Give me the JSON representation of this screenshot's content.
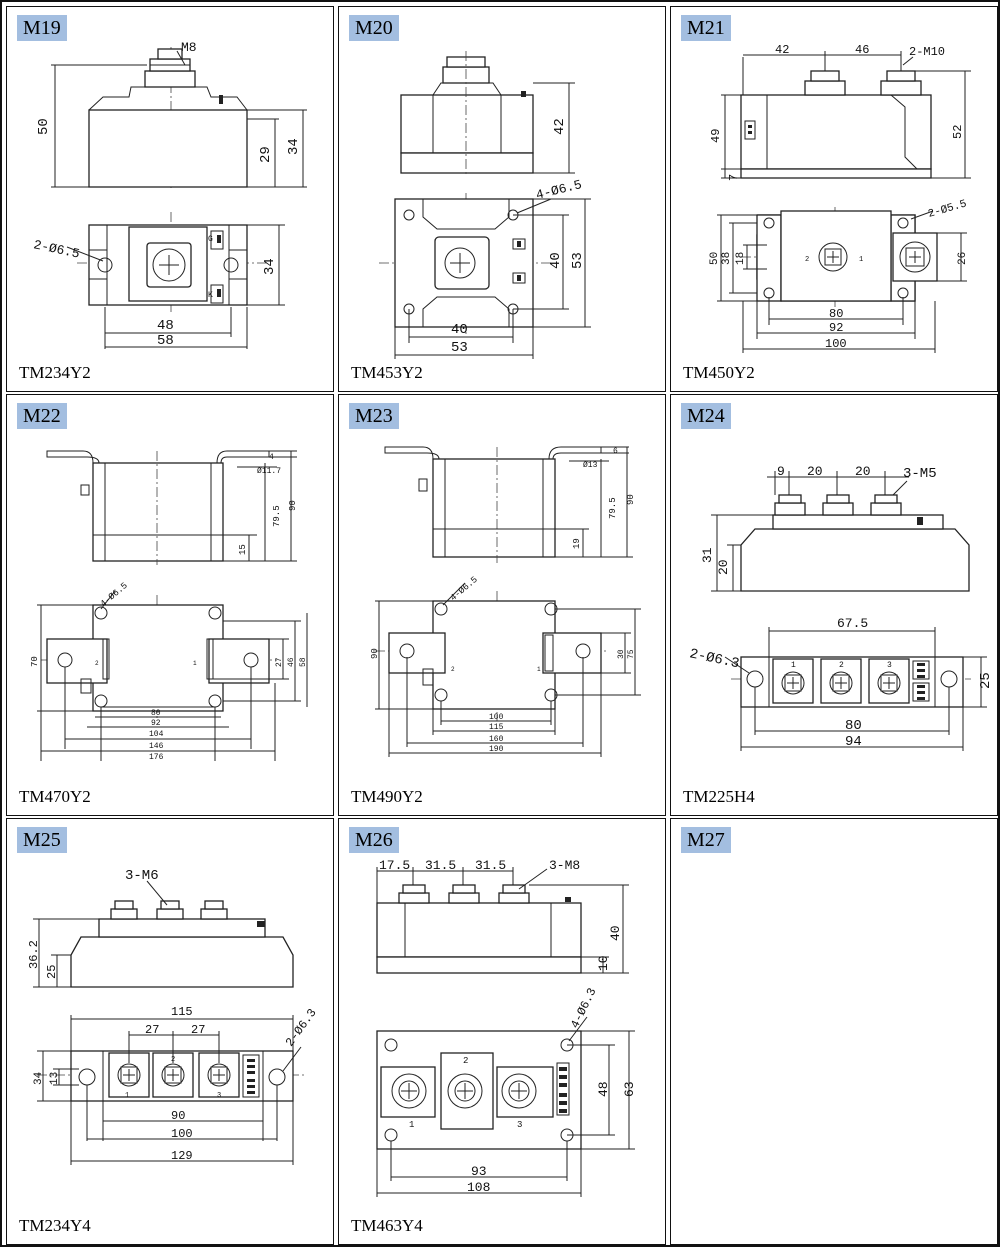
{
  "panels": [
    {
      "id": "M19",
      "model": "TM234Y2",
      "dims": {
        "nut": "M8",
        "h_total": "50",
        "h_body": "29",
        "h_side": "34",
        "hole": "2-Ø6.5",
        "w_inner": "48",
        "w_outer": "58",
        "h_top": "34",
        "pin_top": "G",
        "pin_bot": "K"
      }
    },
    {
      "id": "M20",
      "model": "TM453Y2",
      "dims": {
        "h_side": "42",
        "hole": "4-Ø6.5",
        "w_inner": "40",
        "w_outer": "53",
        "h_inner": "40",
        "h_outer": "53"
      }
    },
    {
      "id": "M21",
      "model": "TM450Y2",
      "dims": {
        "d1": "42",
        "d2": "46",
        "nut": "2-M10",
        "h_body": "49",
        "h_base": "7",
        "h_total": "52",
        "hole": "2-Ø5.5",
        "h_outer": "50",
        "h_mid": "38",
        "h_inner": "18",
        "h_right": "26",
        "w_inner": "80",
        "w_mid": "92",
        "w_outer": "100",
        "t1": "2",
        "t2": "1"
      }
    },
    {
      "id": "M22",
      "model": "TM470Y2",
      "dims": {
        "tab_t": "4",
        "hole_d": "Ø11.7",
        "h_mid": "79.5",
        "h_total": "90",
        "h_base": "15",
        "hole": "4-Ø6.5",
        "h_left": "70",
        "h_r1": "27",
        "h_r2": "46",
        "h_r3": "58",
        "w1": "80",
        "w2": "92",
        "w3": "104",
        "w4": "146",
        "w5": "176",
        "t1": "2",
        "t2": "1"
      }
    },
    {
      "id": "M23",
      "model": "TM490Y2",
      "dims": {
        "tab_t": "6",
        "hole_d": "Ø13",
        "h_mid": "79.5",
        "h_total": "90",
        "h_base": "19",
        "hole": "4-Ø6.5",
        "h_left": "90",
        "h_r1": "30",
        "h_r2": "75",
        "w1": "100",
        "w2": "115",
        "w3": "160",
        "w4": "190",
        "t1": "2",
        "t2": "1"
      }
    },
    {
      "id": "M24",
      "model": "TM225H4",
      "dims": {
        "d1": "9",
        "d2": "20",
        "d3": "20",
        "nut": "3-M5",
        "h_total": "31",
        "h_body": "20",
        "w_top": "67.5",
        "hole": "2-Ø6.3",
        "h_right": "25",
        "w_inner": "80",
        "w_outer": "94",
        "t1": "1",
        "t2": "2",
        "t3": "3"
      }
    },
    {
      "id": "M25",
      "model": "TM234Y4",
      "dims": {
        "nut": "3-M6",
        "h_total": "36.2",
        "h_body": "25",
        "w_top": "115",
        "d1": "27",
        "d2": "27",
        "hole": "2-Ø6.3",
        "h_outer": "34",
        "h_inner": "13",
        "w_inner": "90",
        "w_mid": "100",
        "w_outer": "129",
        "t1": "1",
        "t2": "2",
        "t3": "3"
      }
    },
    {
      "id": "M26",
      "model": "TM463Y4",
      "dims": {
        "d1": "17.5",
        "d2": "31.5",
        "d3": "31.5",
        "nut": "3-M8",
        "h_total": "40",
        "h_base": "10",
        "hole": "4-Ø6.3",
        "h_inner": "48",
        "h_outer": "63",
        "w_inner": "93",
        "w_outer": "108",
        "t1": "1",
        "t2": "2",
        "t3": "3"
      }
    },
    {
      "id": "M27",
      "model": "",
      "dims": {}
    }
  ]
}
